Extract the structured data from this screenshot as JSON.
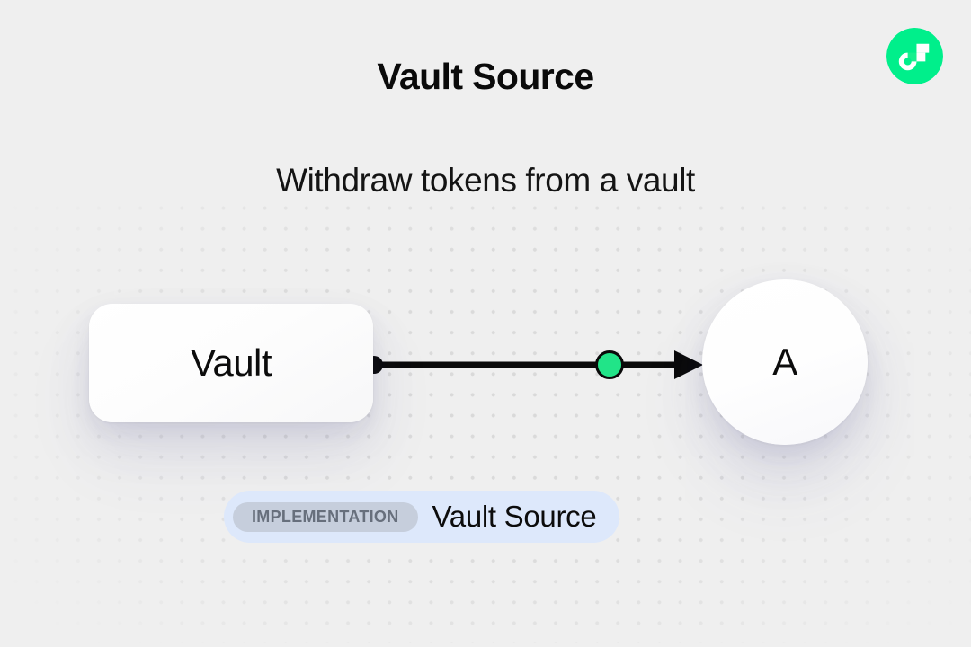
{
  "header": {
    "title": "Vault Source",
    "subtitle": "Withdraw tokens from a vault",
    "logo_icon": "flow-logo-icon",
    "logo_color": "#00ef8b"
  },
  "diagram": {
    "source_node": {
      "label": "Vault",
      "shape": "rounded-rectangle"
    },
    "target_node": {
      "label": "A",
      "shape": "circle"
    },
    "edge": {
      "source_port_icon": "connection-dot-icon",
      "mid_node_icon": "active-connector-icon",
      "mid_node_color": "#21e488",
      "arrowhead_icon": "arrow-right-icon",
      "line_color": "#0a0a0a"
    },
    "background": {
      "pattern": "dot-grid",
      "dot_color": "#d9d9d9",
      "page_color": "#efefef"
    }
  },
  "footer": {
    "badge_label": "IMPLEMENTATION",
    "implementation_name": "Vault Source",
    "pill_color": "#dde8fb",
    "chip_color": "#c6cedc"
  }
}
